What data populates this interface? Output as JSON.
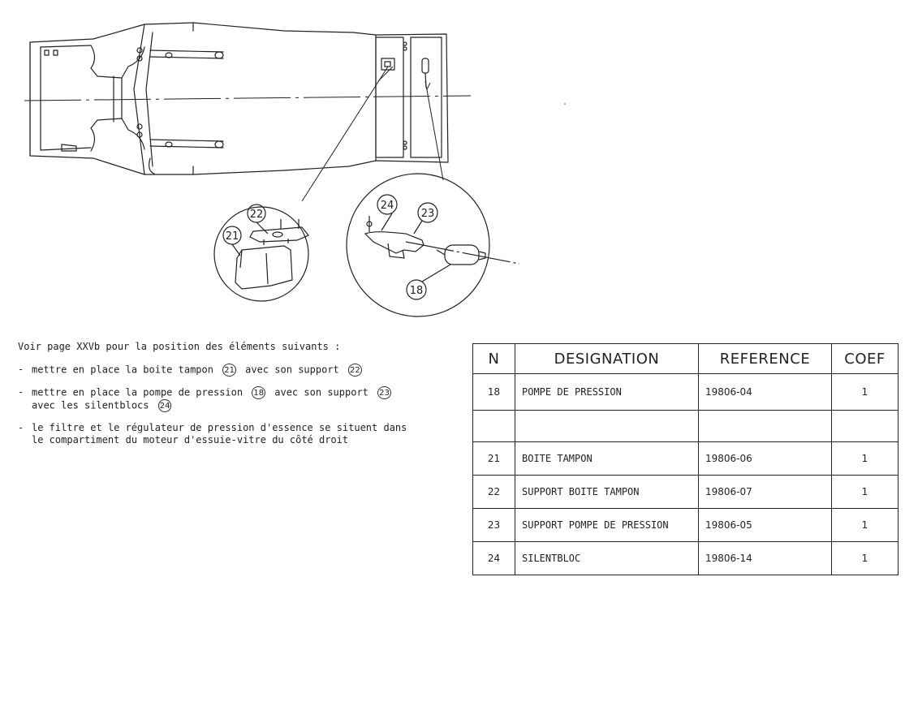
{
  "drawing": {
    "callouts": [
      "21",
      "22",
      "24",
      "23",
      "18"
    ]
  },
  "notes": {
    "intro": "Voir page XXVb pour la position des éléments suivants :",
    "items": [
      {
        "dash": "-",
        "text_a": "mettre en place la boite tampon",
        "ref_a": "21",
        "text_b": "avec son support",
        "ref_b": "22"
      },
      {
        "dash": "-",
        "text_a": "mettre en place la pompe de pression",
        "ref_a": "18",
        "text_b": "avec son support",
        "ref_b": "23",
        "line2": "avec les silentblocs",
        "ref_c": "24"
      },
      {
        "dash": "-",
        "line1": "le filtre et le régulateur de pression d'essence se situent dans",
        "line2": "le compartiment du moteur d'essuie-vitre du côté droit"
      }
    ]
  },
  "table": {
    "headers": [
      "N",
      "DESIGNATION",
      "REFERENCE",
      "COEF"
    ],
    "rows": [
      {
        "n": "18",
        "designation": "POMPE DE PRESSION",
        "reference": "19806-04",
        "coef": "1"
      },
      {
        "n": "",
        "designation": "",
        "reference": "",
        "coef": ""
      },
      {
        "n": "21",
        "designation": "BOITE TAMPON",
        "reference": "19806-06",
        "coef": "1"
      },
      {
        "n": "22",
        "designation": "SUPPORT BOITE TAMPON",
        "reference": "19806-07",
        "coef": "1"
      },
      {
        "n": "23",
        "designation": "SUPPORT POMPE DE PRESSION",
        "reference": "19806-05",
        "coef": "1"
      },
      {
        "n": "24",
        "designation": "SILENTBLOC",
        "reference": "19806-14",
        "coef": "1"
      }
    ]
  }
}
